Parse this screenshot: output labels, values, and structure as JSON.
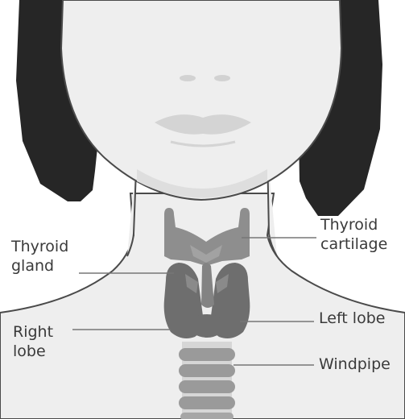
{
  "labels": {
    "thyroid_gland": [
      "Thyroid",
      "gland"
    ],
    "thyroid_cartilage": [
      "Thyroid",
      "cartilage"
    ],
    "right_lobe": [
      "Right",
      "lobe"
    ],
    "left_lobe": "Left lobe",
    "windpipe": "Windpipe"
  },
  "colors": {
    "skin": "#eeeeee",
    "outline": "#4a4a4a",
    "hair": "#262626",
    "cartilage": "#8e8e8e",
    "gland": "#6e6e6e",
    "leader_line": "#777777",
    "label_text": "#3a3a3a"
  }
}
